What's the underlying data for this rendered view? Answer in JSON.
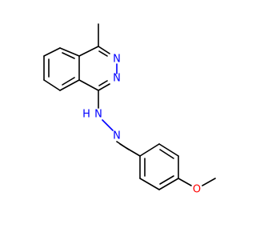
{
  "molecule": {
    "atoms": {
      "n_ring_upper": "N",
      "n_ring_lower": "N",
      "nh_nitrogen": "N",
      "nh_hydrogen": "H",
      "imine_nitrogen": "N",
      "ether_oxygen": "O"
    },
    "colors": {
      "bond": "#000000",
      "nitrogen": "#0000ff",
      "oxygen": "#ff0000"
    }
  }
}
